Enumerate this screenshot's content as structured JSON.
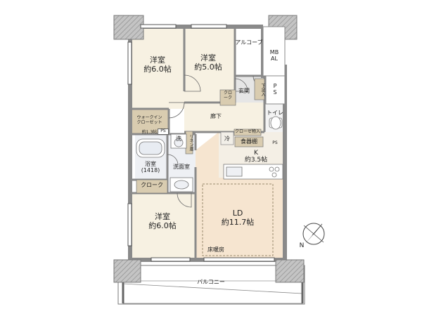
{
  "rooms": {
    "western_room_1": {
      "name": "洋室",
      "size": "約6.0帖"
    },
    "western_room_2": {
      "name": "洋室",
      "size": "約5.0帖"
    },
    "western_room_3": {
      "name": "洋室",
      "size": "約6.0帖"
    },
    "ld": {
      "name": "LD",
      "size": "約11.7帖"
    },
    "kitchen": {
      "name": "K",
      "size": "約3.5帖"
    },
    "bathroom": {
      "name": "浴室",
      "size": "(1418)"
    },
    "washroom": {
      "name": "洗面室"
    },
    "corridor": {
      "name": "廊下"
    },
    "entrance": {
      "name": "玄関"
    },
    "toilet": {
      "name": "トイレ"
    },
    "balcony": {
      "name": "バルコニー"
    },
    "alcove": {
      "name": "アルコーブ"
    }
  },
  "storage": {
    "walk_in_closet": {
      "name": "ウォークイン\nクローゼット",
      "size": "約1.3帖"
    },
    "closet_bedroom2": "クロ\nーク",
    "closet_bath": "クローク",
    "closet_toilet": "クローゼ物入",
    "cupboard": "食器棚",
    "shoe_box": "下足入",
    "linen": "リネン庫"
  },
  "fixtures": {
    "mb_al": "MB\nAL",
    "ps_top": "P\nS",
    "ps_bath": "PS",
    "ps_kitchen": "PS",
    "washer": "洗",
    "fridge": "冷"
  },
  "notes": {
    "floor_heating": "床暖房"
  },
  "compass": {
    "label": "N"
  },
  "colors": {
    "wall": "#8a8a8a",
    "pillar": "#b4b4b4",
    "room_floor": "#f7f1e2",
    "ld_floor": "#f6e5d0",
    "wet_area": "#eef0f4",
    "closet": "#d9ccb0",
    "balcony_floor": "#ffffff"
  }
}
